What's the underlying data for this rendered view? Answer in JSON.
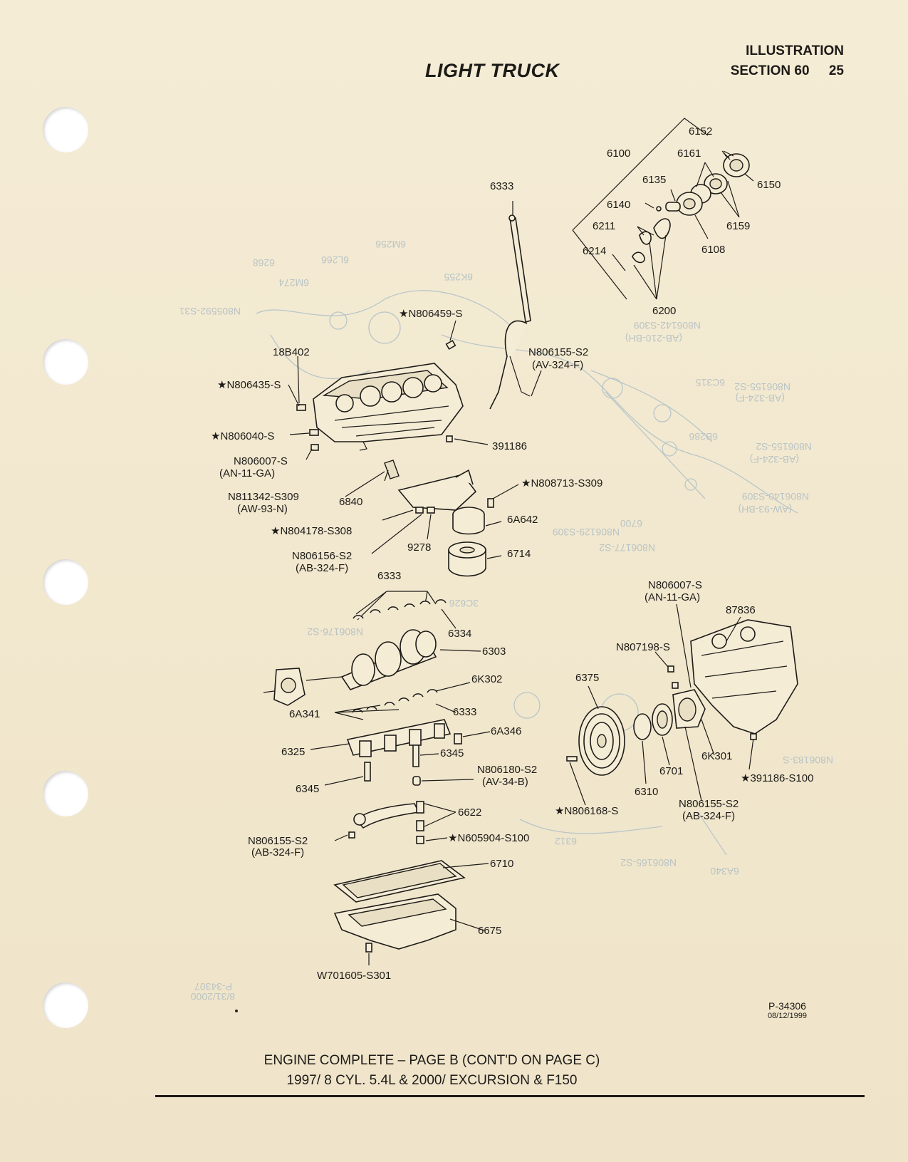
{
  "header": {
    "illustration_label": "ILLUSTRATION",
    "section_label": "SECTION 60",
    "page_number": "25",
    "title": "LIGHT TRUCK"
  },
  "callouts": {
    "c6152": "6152",
    "c6100": "6100",
    "c6161": "6161",
    "c6135": "6135",
    "c6150": "6150",
    "c6333_top": "6333",
    "c6140": "6140",
    "c6211": "6211",
    "c6159": "6159",
    "c6108": "6108",
    "c6214": "6214",
    "c6200": "6200",
    "n806459": "★N806459-S",
    "c18b402": "18B402",
    "n806155_a1": "N806155-S2",
    "n806155_a2": "(AV-324-F)",
    "n806435": "★N806435-S",
    "n806040": "★N806040-S",
    "c391186": "391186",
    "n806007_a1": "N806007-S",
    "n806007_a2": "(AN-11-GA)",
    "n811342_1": "N811342-S309",
    "n811342_2": "(AW-93-N)",
    "c6840": "6840",
    "n808713": "★N808713-S309",
    "c6a642": "6A642",
    "n804178": "★N804178-S308",
    "c9278": "9278",
    "c6714": "6714",
    "n806156_1": "N806156-S2",
    "n806156_2": "(AB-324-F)",
    "c6333_mid": "6333",
    "c6334": "6334",
    "c6303": "6303",
    "c6k302": "6K302",
    "c6a341": "6A341",
    "c6333_low": "6333",
    "c6a346": "6A346",
    "c6325": "6325",
    "c6345_a": "6345",
    "n806180_1": "N806180-S2",
    "n806180_2": "(AV-34-B)",
    "c6345_b": "6345",
    "c6622": "6622",
    "n806155_b1": "N806155-S2",
    "n806155_b2": "(AB-324-F)",
    "n605904": "★N605904-S100",
    "c6710": "6710",
    "c6675": "6675",
    "w701605": "W701605-S301",
    "n806007_b1": "N806007-S",
    "n806007_b2": "(AN-11-GA)",
    "c87836": "87836",
    "n807198": "N807198-S",
    "c6375": "6375",
    "c6k301": "6K301",
    "n391186_s100": "★391186-S100",
    "c6701": "6701",
    "c6310": "6310",
    "n806155_c1": "N806155-S2",
    "n806155_c2": "(AB-324-F)",
    "n806168": "★N806168-S"
  },
  "reference": {
    "number": "P-34306",
    "date": "08/12/1999"
  },
  "caption": {
    "line1": "ENGINE COMPLETE – PAGE B (CONT'D ON PAGE C)",
    "line2": "1997/ 8 CYL. 5.4L & 2000/ EXCURSION & F150"
  },
  "colors": {
    "paper": "#f3ead2",
    "ink": "#1d1b18",
    "bleed_through": "#b9c6c8"
  }
}
